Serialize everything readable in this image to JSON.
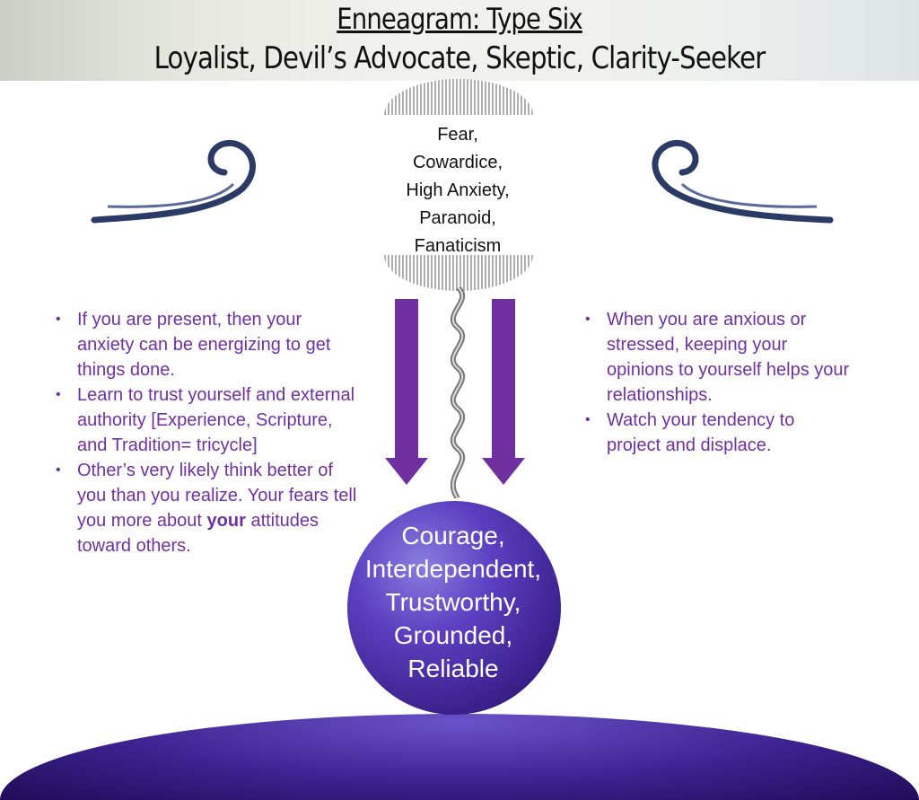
{
  "title": "Enneagram: Type Six",
  "subtitle": "Loyalist, Devil’s Advocate, Skeptic, Clarity-Seeker",
  "fear_lines": [
    "Fear,",
    "Cowardice,",
    "High Anxiety,",
    "Paranoid,",
    "Fanaticism"
  ],
  "left_bullets": [
    "If you are present, then your anxiety can be energizing to get things done.",
    "Learn to trust yourself and external authority [Experience, Scripture, and Tradition= tricycle]",
    "Other’s very likely think better of you than you realize. Your fears tell you more about"
  ],
  "left_bold": "your",
  "left_tail": " attitudes toward others.",
  "right_bullets": [
    "When you are anxious or stressed, keeping your opinions to yourself helps your relationships.",
    "Watch your tendency to project and displace."
  ],
  "virtue_lines": [
    "Courage,",
    "Interdependent,",
    "Trustworthy,",
    "Grounded,",
    "Reliable"
  ],
  "colors": {
    "accent": "#7030a0",
    "sphere": "#4a2fa8"
  }
}
